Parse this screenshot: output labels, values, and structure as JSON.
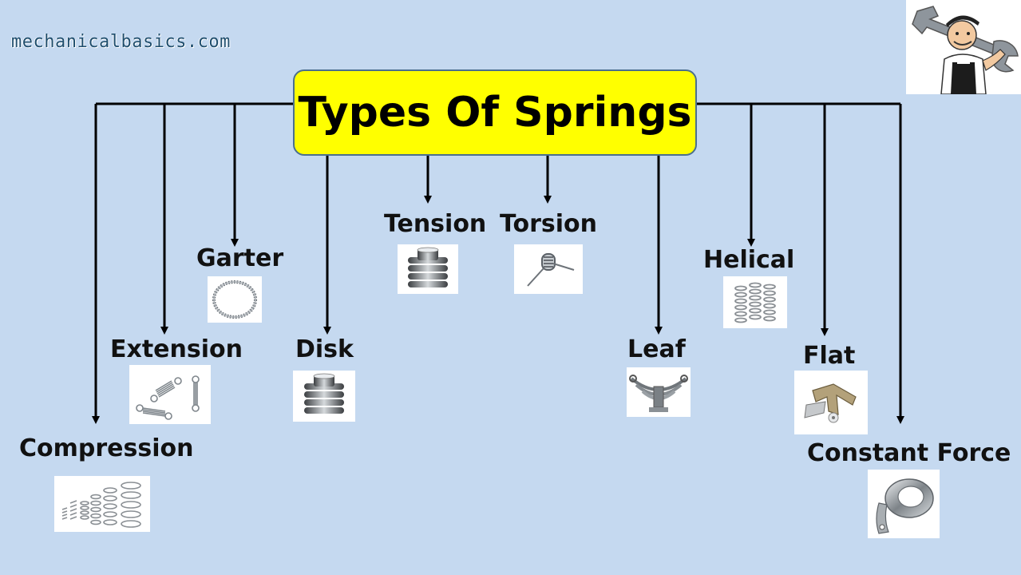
{
  "site": {
    "url": "mechanicalbasics.com"
  },
  "title": "Types Of Springs",
  "spring_types": [
    {
      "id": "compression",
      "label": "Compression",
      "icon": "compression-spring-icon"
    },
    {
      "id": "extension",
      "label": "Extension",
      "icon": "extension-spring-icon"
    },
    {
      "id": "garter",
      "label": "Garter",
      "icon": "garter-spring-icon"
    },
    {
      "id": "disk",
      "label": "Disk",
      "icon": "disk-spring-icon"
    },
    {
      "id": "tension",
      "label": "Tension",
      "icon": "tension-spring-icon"
    },
    {
      "id": "torsion",
      "label": "Torsion",
      "icon": "torsion-spring-icon"
    },
    {
      "id": "leaf",
      "label": "Leaf",
      "icon": "leaf-spring-icon"
    },
    {
      "id": "helical",
      "label": "Helical",
      "icon": "helical-spring-icon"
    },
    {
      "id": "flat",
      "label": "Flat",
      "icon": "flat-spring-icon"
    },
    {
      "id": "constant-force",
      "label": "Constant Force",
      "icon": "constant-force-spring-icon"
    }
  ],
  "colors": {
    "background": "#c5d9f0",
    "title_fill": "#ffff00",
    "title_border": "#4a6f8f",
    "connector": "#000000"
  },
  "mascot": {
    "icon": "mechanic-with-wrench-icon"
  }
}
